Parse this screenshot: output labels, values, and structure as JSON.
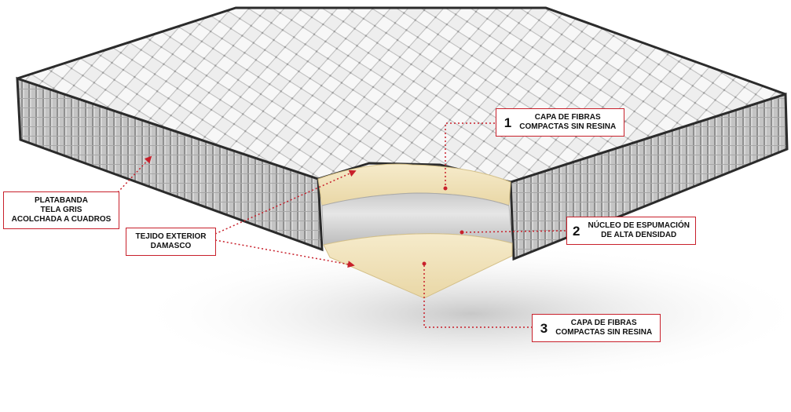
{
  "callouts": {
    "layer1": {
      "number": "1",
      "line1": "CAPA DE FIBRAS",
      "line2": "COMPACTAS SIN RESINA"
    },
    "layer2": {
      "number": "2",
      "line1": "NÚCLEO DE ESPUMACIÓN",
      "line2": "DE ALTA DENSIDAD"
    },
    "layer3": {
      "number": "3",
      "line1": "CAPA DE FIBRAS",
      "line2": "COMPACTAS SIN RESINA"
    },
    "side_band": {
      "line1": "PLATABANDA",
      "line2": "TELA GRIS",
      "line3": "ACOLCHADA A CUADROS"
    },
    "fabric": {
      "line1": "TEJIDO EXTERIOR",
      "line2": "DAMASCO"
    }
  },
  "colors": {
    "accent": "#c8202b",
    "fiber_layer": "#f2e4bd",
    "foam_core": "#d9d9d9",
    "border_piping": "#2b2b2b",
    "side_panel": "#bdbdbd"
  }
}
